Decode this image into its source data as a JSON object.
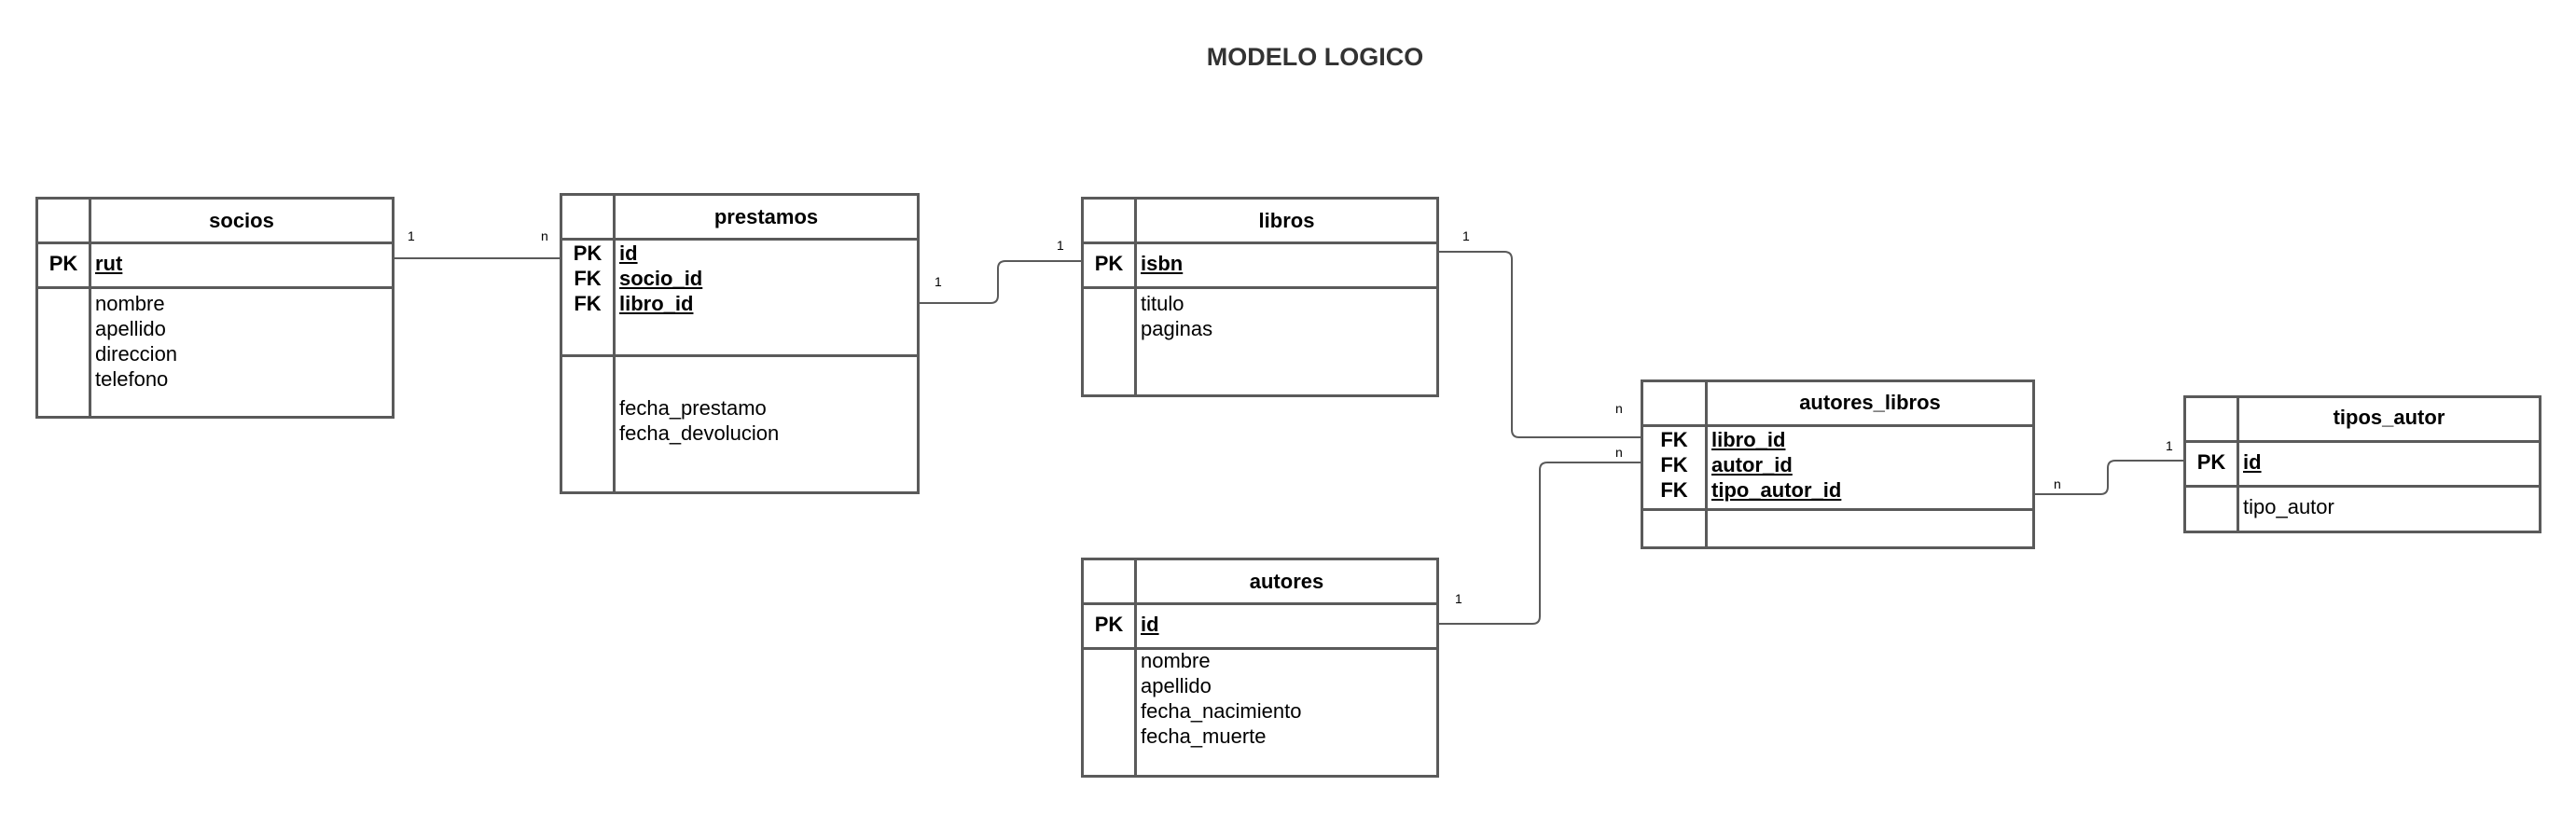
{
  "title": "MODELO LOGICO",
  "entities": {
    "socios": {
      "name": "socios",
      "keys": [
        "PK"
      ],
      "key_fields": [
        "rut"
      ],
      "attributes": [
        "nombre",
        "apellido",
        "direccion",
        "telefono"
      ]
    },
    "prestamos": {
      "name": "prestamos",
      "keys": [
        "PK",
        "FK",
        "FK"
      ],
      "key_fields": [
        "id",
        "socio_id",
        "libro_id"
      ],
      "attributes": [
        "fecha_prestamo",
        "fecha_devolucion"
      ]
    },
    "libros": {
      "name": "libros",
      "keys": [
        "PK"
      ],
      "key_fields": [
        "isbn"
      ],
      "attributes": [
        "titulo",
        "paginas"
      ]
    },
    "autores": {
      "name": "autores",
      "keys": [
        "PK"
      ],
      "key_fields": [
        "id"
      ],
      "attributes": [
        "nombre",
        "apellido",
        "fecha_nacimiento",
        "fecha_muerte"
      ]
    },
    "autores_libros": {
      "name": "autores_libros",
      "keys": [
        "FK",
        "FK",
        "FK"
      ],
      "key_fields": [
        "libro_id",
        "autor_id",
        "tipo_autor_id"
      ],
      "attributes": []
    },
    "tipos_autor": {
      "name": "tipos_autor",
      "keys": [
        "PK"
      ],
      "key_fields": [
        "id"
      ],
      "attributes": [
        "tipo_autor"
      ]
    }
  },
  "relationships": [
    {
      "from": "socios",
      "to": "prestamos",
      "from_card": "1",
      "to_card": "n"
    },
    {
      "from": "prestamos",
      "to": "libros",
      "from_card": "1",
      "to_card": "1"
    },
    {
      "from": "libros",
      "to": "autores_libros",
      "from_card": "1",
      "to_card": "n"
    },
    {
      "from": "autores",
      "to": "autores_libros",
      "from_card": "1",
      "to_card": "n"
    },
    {
      "from": "autores_libros",
      "to": "tipos_autor",
      "from_card": "n",
      "to_card": "1"
    }
  ]
}
